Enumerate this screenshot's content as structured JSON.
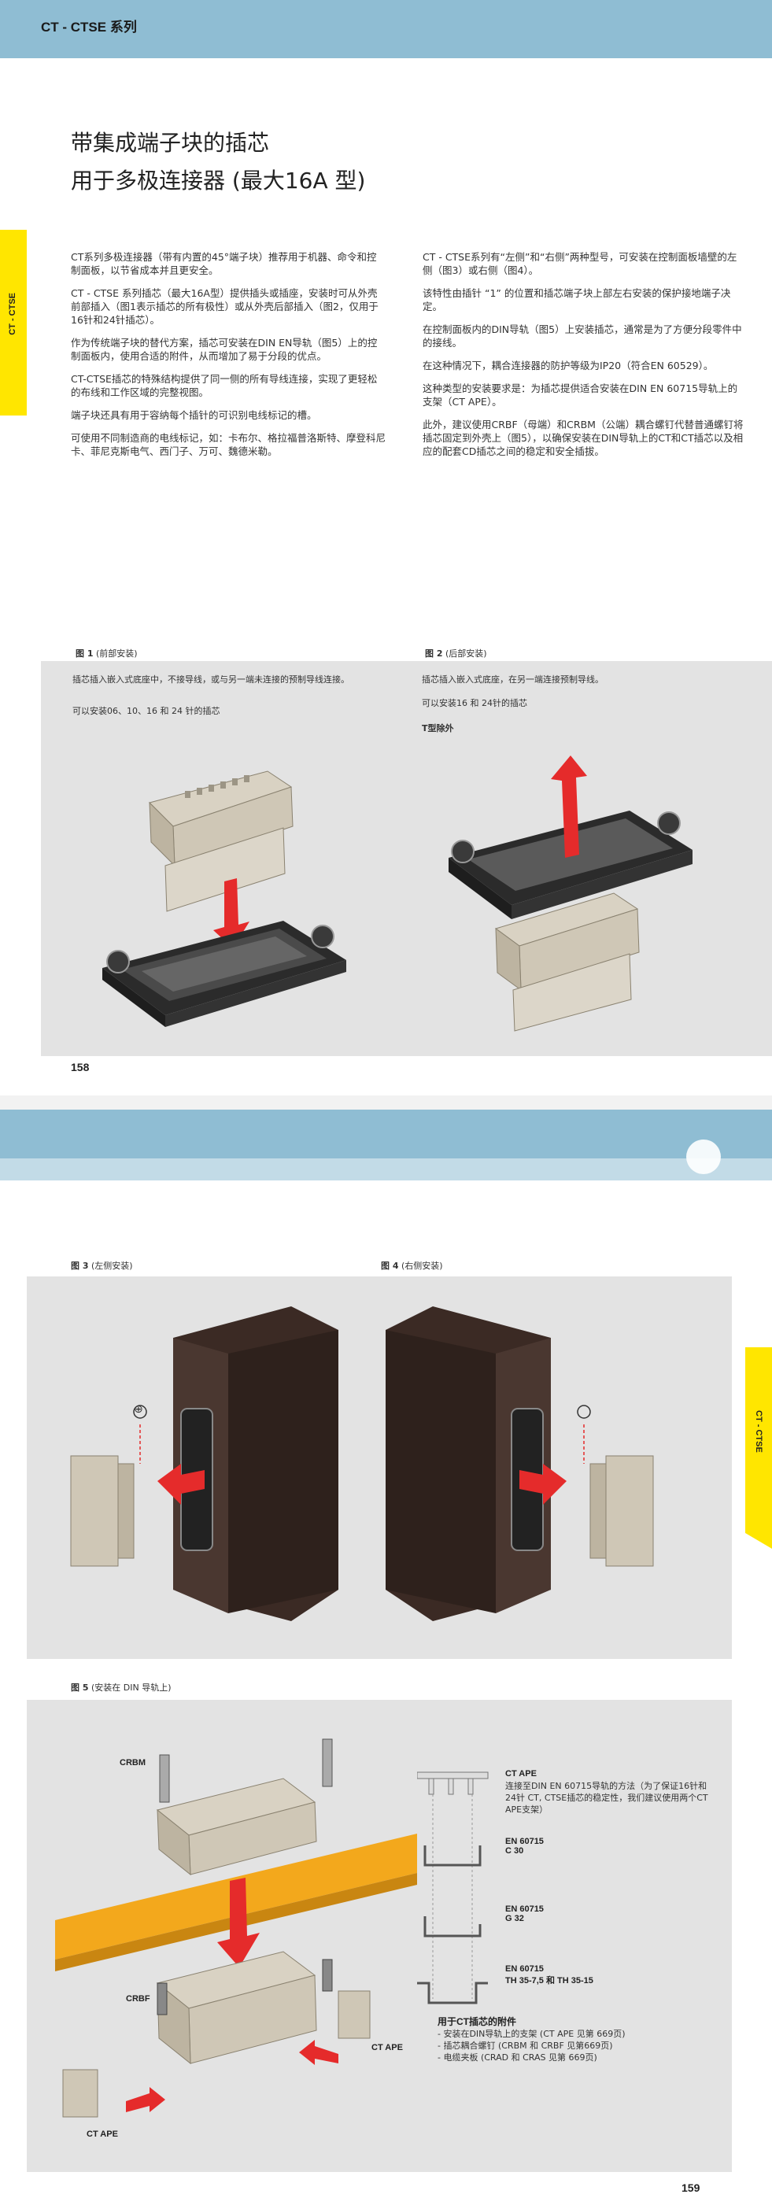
{
  "page1": {
    "header": "CT - CTSE 系列",
    "side_tab": "CT - CTSE",
    "title_line1": "带集成端子块的插芯",
    "title_line2": "用于多极连接器 (最大16A 型)",
    "left_col": [
      "CT系列多极连接器（带有内置的45°端子块）推荐用于机器、命令和控制面板，以节省成本并且更安全。",
      "CT - CTSE 系列插芯（最大16A型）提供插头或插座，安装时可从外壳前部插入（图1表示插芯的所有极性）或从外壳后部插入（图2，仅用于16针和24针插芯）。",
      "作为传统端子块的替代方案，插芯可安装在DIN EN导轨（图5）上的控制面板内，使用合适的附件，从而增加了易于分段的优点。",
      "CT-CTSE插芯的特殊结构提供了同一侧的所有导线连接，实现了更轻松的布线和工作区域的完整视图。",
      "端子块还具有用于容纳每个插针的可识别电线标记的槽。",
      "可使用不同制造商的电线标记，如：卡布尔、格拉福普洛斯特、摩登科尼卡、菲尼克斯电气、西门子、万可、魏德米勒。"
    ],
    "right_col": [
      "CT - CTSE系列有“左侧”和“右侧”两种型号，可安装在控制面板墙壁的左侧（图3）或右侧（图4）。",
      "该特性由插针 “1” 的位置和插芯端子块上部左右安装的保护接地端子决定。",
      "在控制面板内的DIN导轨（图5）上安装插芯，通常是为了方便分段零件中的接线。",
      "在这种情况下，耦合连接器的防护等级为IP20（符合EN 60529）。",
      "这种类型的安装要求是：为插芯提供适合安装在DIN EN 60715导轨上的支架（CT APE）。",
      "此外，建议使用CRBF（母端）和CRBM（公端）耦合螺钉代替普通螺钉将插芯固定到外壳上（图5），以确保安装在DIN导轨上的CT和CT插芯以及相应的配套CD插芯之间的稳定和安全插拔。"
    ],
    "fig1": {
      "label": "图 1",
      "caption": "(前部安装)",
      "text1": "插芯插入嵌入式底座中，不接导线，或与另一端未连接的预制导线连接。",
      "text2": "可以安装06、10、16 和 24 针的插芯"
    },
    "fig2": {
      "label": "图 2",
      "caption": "(后部安装)",
      "text1": "插芯插入嵌入式底座，在另一端连接预制导线。",
      "text2": "可以安装16 和 24针的插芯",
      "text3": "T型除外"
    },
    "page_number": "158"
  },
  "page2": {
    "side_tab": "CT - CTSE",
    "fig3": {
      "label": "图 3",
      "caption": "(左侧安装)"
    },
    "fig4": {
      "label": "图 4",
      "caption": "(右侧安装)"
    },
    "fig5": {
      "label": "图 5",
      "caption": "(安装在 DIN 导轨上)"
    },
    "labels": {
      "crbm": "CRBM",
      "crbf": "CRBF",
      "ct_ape_right": "CT APE",
      "ct_ape_left": "CT APE",
      "ground": "⊕"
    },
    "ct_ape_title": "CT APE",
    "ct_ape_text": "连接至DIN EN 60715导轨的方法（为了保证16针和24针 CT, CTSE插芯的稳定性，我们建议使用两个CT APE支架）",
    "rails": [
      {
        "std": "EN 60715",
        "type": "C 30"
      },
      {
        "std": "EN 60715",
        "type": "G 32"
      },
      {
        "std": "EN 60715",
        "type": "TH 35-7,5 和 TH 35-15"
      }
    ],
    "accessories_title": "用于CT插芯的附件",
    "accessories": [
      "- 安装在DIN导轨上的支架 (CT APE 见第 669页)",
      "- 插芯耦合螺钉 (CRBM 和 CRBF 见第669页)",
      "- 电缆夹板 (CRAD 和 CRAS 见第 669页)"
    ],
    "page_number": "159"
  },
  "colors": {
    "band": "#8fbdd3",
    "tab": "#ffe600",
    "panel": "#e3e3e3",
    "arrow": "#e52b2b",
    "rail": "#f3a81c"
  }
}
